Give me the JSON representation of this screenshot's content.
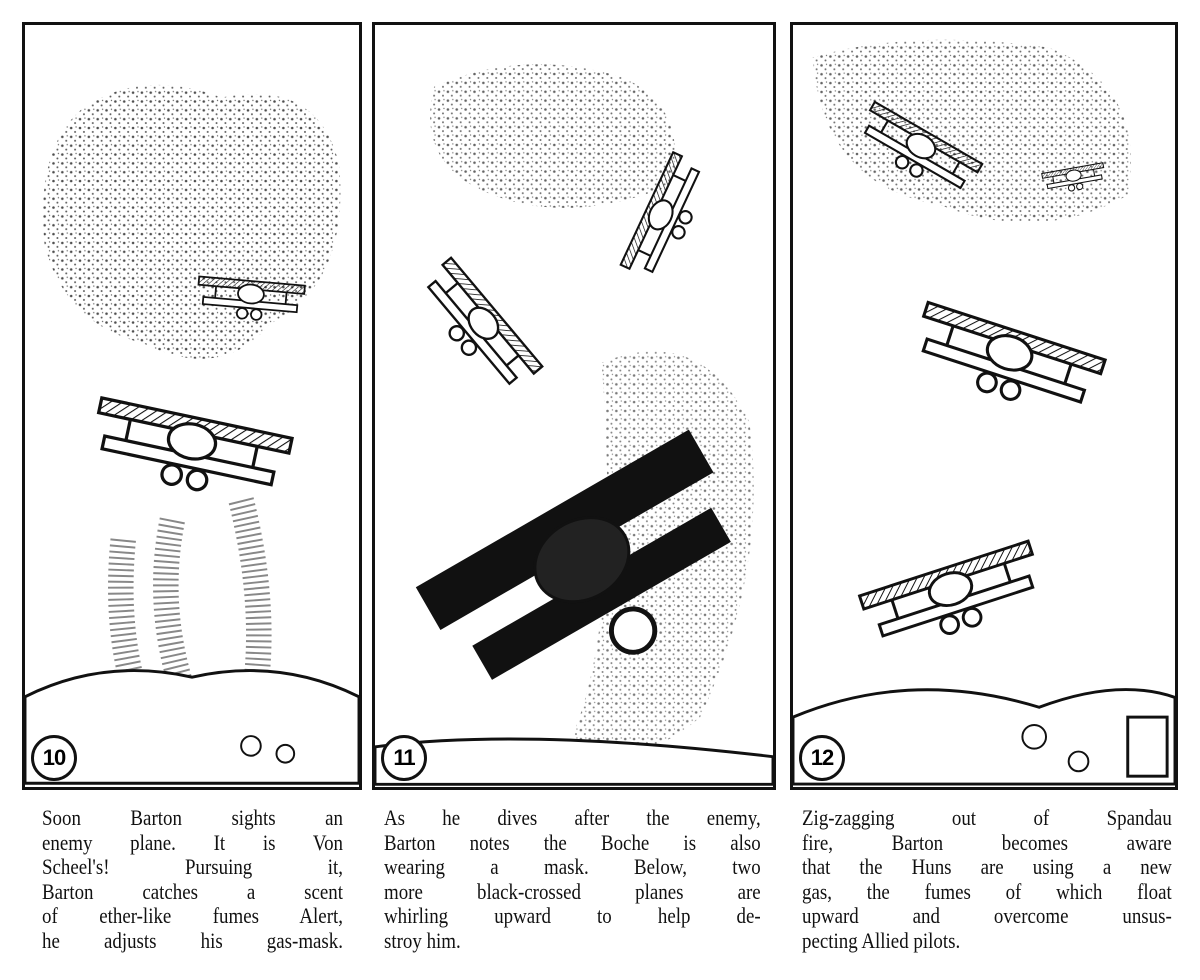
{
  "panels": [
    {
      "number": "10",
      "caption": [
        "Soon Barton sights an",
        "enemy plane. It is Von",
        "Scheel's! Pursuing it,",
        "Barton catches a scent",
        "of ether-like fumes Alert,",
        "he adjusts his gas-mask."
      ]
    },
    {
      "number": "11",
      "caption": [
        "As he dives after the enemy,",
        "Barton notes the Boche is also",
        "wearing a mask. Below, two",
        "more black-crossed planes are",
        "whirling upward to help de-",
        "stroy him."
      ]
    },
    {
      "number": "12",
      "caption": [
        "Zig-zagging out of Spandau",
        "fire, Barton becomes aware",
        "that the Huns are using a new",
        "gas, the fumes of which float",
        "upward and overcome unsus-",
        "pecting Allied pilots."
      ]
    }
  ]
}
